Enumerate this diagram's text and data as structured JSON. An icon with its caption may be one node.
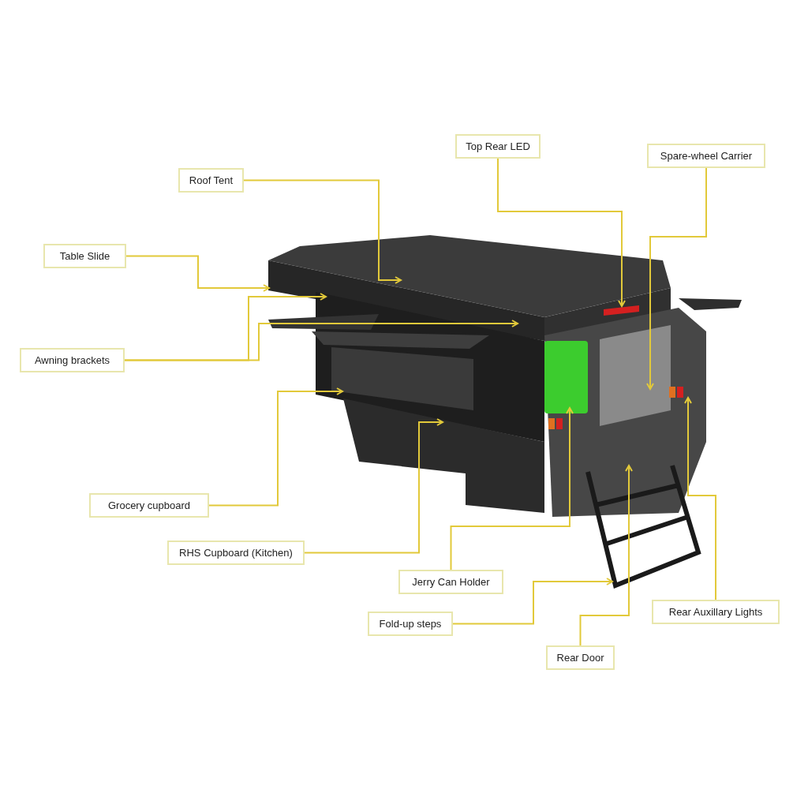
{
  "diagram": {
    "nodes": [
      {
        "text": [
          "Top Rear LED"
        ]
      },
      {
        "text": [
          "Spare-wheel Carrier"
        ]
      },
      {
        "text": [
          "Roof Tent"
        ]
      },
      {
        "text": [
          "Table Slide"
        ]
      },
      {
        "text": [
          "Awning brackets"
        ]
      },
      {
        "text": [
          "Grocery cupboard"
        ]
      },
      {
        "text": [
          "RHS Cupboard (Kitchen)"
        ]
      },
      {
        "text": [
          "Jerry Can Holder"
        ]
      },
      {
        "text": [
          "Rear Auxillary Lights"
        ]
      },
      {
        "text": [
          "Fold-up steps"
        ]
      },
      {
        "text": [
          "Rear Door"
        ]
      }
    ],
    "edges": [
      {
        "from": 0,
        "to": null,
        "arrow": "to"
      },
      {
        "from": 1,
        "to": null,
        "arrow": "to"
      },
      {
        "from": 2,
        "to": null,
        "arrow": "to"
      },
      {
        "from": 3,
        "to": null,
        "arrow": "to"
      },
      {
        "from": 4,
        "to": null,
        "arrow": "to"
      },
      {
        "from": 4,
        "to": null,
        "arrow": "to"
      },
      {
        "from": 5,
        "to": null,
        "arrow": "to"
      },
      {
        "from": 6,
        "to": null,
        "arrow": "to"
      },
      {
        "from": 7,
        "to": null,
        "arrow": "to"
      },
      {
        "from": 8,
        "to": null,
        "arrow": "to"
      },
      {
        "from": 9,
        "to": null,
        "arrow": "to"
      },
      {
        "from": 10,
        "to": null,
        "arrow": "to"
      }
    ]
  }
}
